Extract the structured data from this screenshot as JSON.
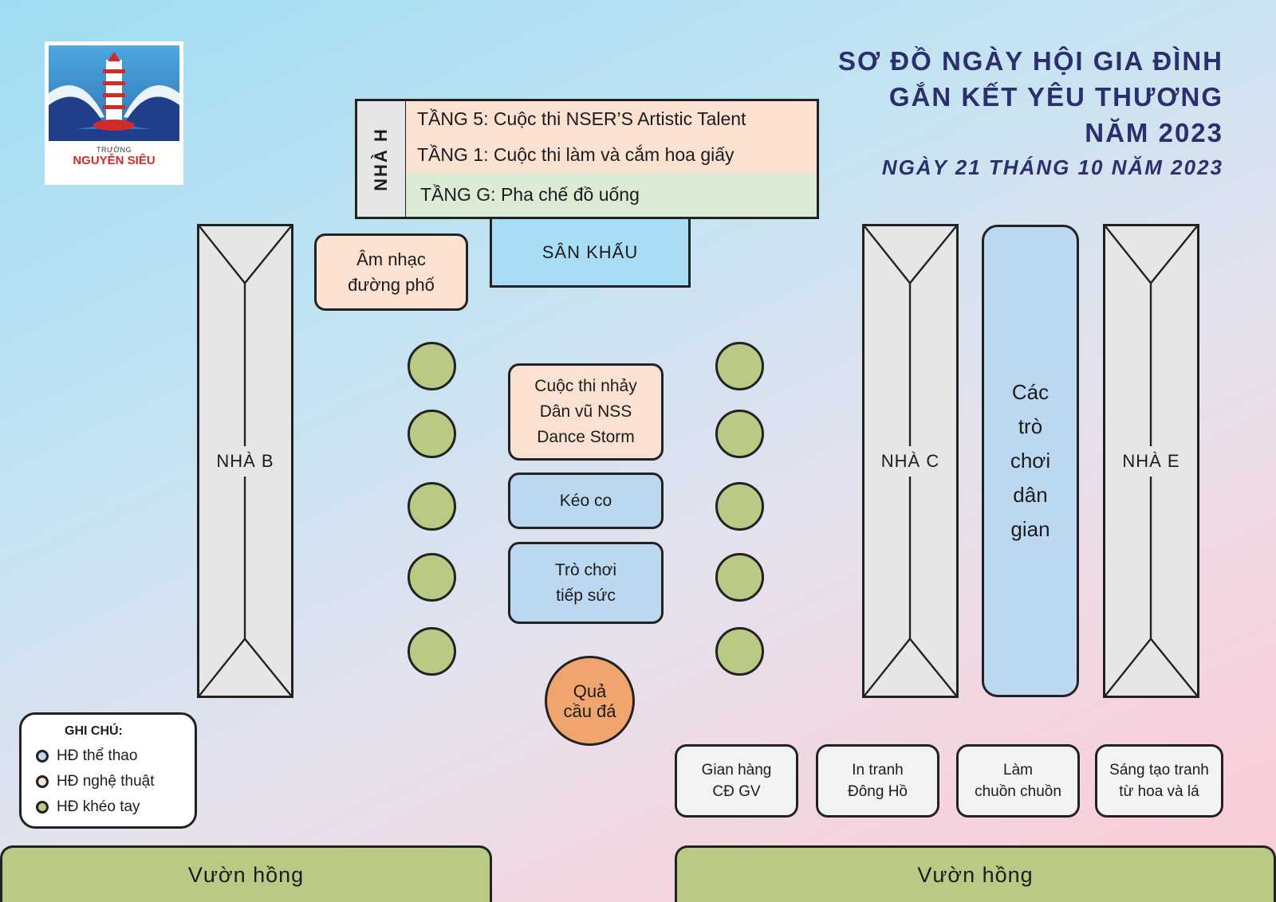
{
  "logo": {
    "line1": "TRƯỜNG",
    "line2": "NGUYỄN SIÊU"
  },
  "title": {
    "line1": "SƠ ĐỒ NGÀY HỘI GIA ĐÌNH",
    "line2": "GẮN KẾT YÊU THƯƠNG",
    "line3": "NĂM 2023",
    "date": "NGÀY 21 THÁNG 10 NĂM 2023"
  },
  "house_h": {
    "label": "NHÀ H",
    "floors": [
      "TẦNG 5: Cuộc thi NSER’S Artistic Talent",
      "TẦNG 1: Cuộc thi làm và cắm hoa giấy",
      "TẦNG G: Pha chế đồ uống"
    ]
  },
  "stage": "SÂN KHẤU",
  "street_music": [
    "Âm nhạc",
    "đường phố"
  ],
  "buildings": {
    "b": "NHÀ B",
    "c": "NHÀ C",
    "e": "NHÀ E"
  },
  "folk_games": [
    "Các",
    "trò",
    "chơi",
    "dân",
    "gian"
  ],
  "dance": [
    "Cuộc thi nhảy",
    "Dân vũ NSS",
    "Dance Storm"
  ],
  "tug_of_war": "Kéo co",
  "relay": [
    "Trò chơi",
    "tiếp sức"
  ],
  "shuttlecock": [
    "Quả",
    "cầu đá"
  ],
  "booths": [
    [
      "Gian hàng",
      "CĐ GV"
    ],
    [
      "In tranh",
      "Đông Hồ"
    ],
    [
      "Làm",
      "chuồn chuồn"
    ],
    [
      "Sáng tạo tranh",
      "từ hoa và lá"
    ]
  ],
  "legend": {
    "title": "GHI CHÚ:",
    "items": [
      {
        "label": "HĐ thể thao",
        "color": "#bcd8f1"
      },
      {
        "label": "HĐ nghệ thuật",
        "color": "#fbe1d2"
      },
      {
        "label": "HĐ khéo tay",
        "color": "#b9ca85"
      }
    ]
  },
  "garden": {
    "left": "Vườn hồng",
    "right": "Vườn hồng"
  },
  "colors": {
    "title": "#2b2f6e",
    "art": "#fbe1d2",
    "sport": "#bcd8f1",
    "craft": "#b9ca85",
    "stage": "#a9dcf5",
    "ball": "#f0a46e",
    "building": "#e6e6e6",
    "drinks": "#dcebd4"
  }
}
